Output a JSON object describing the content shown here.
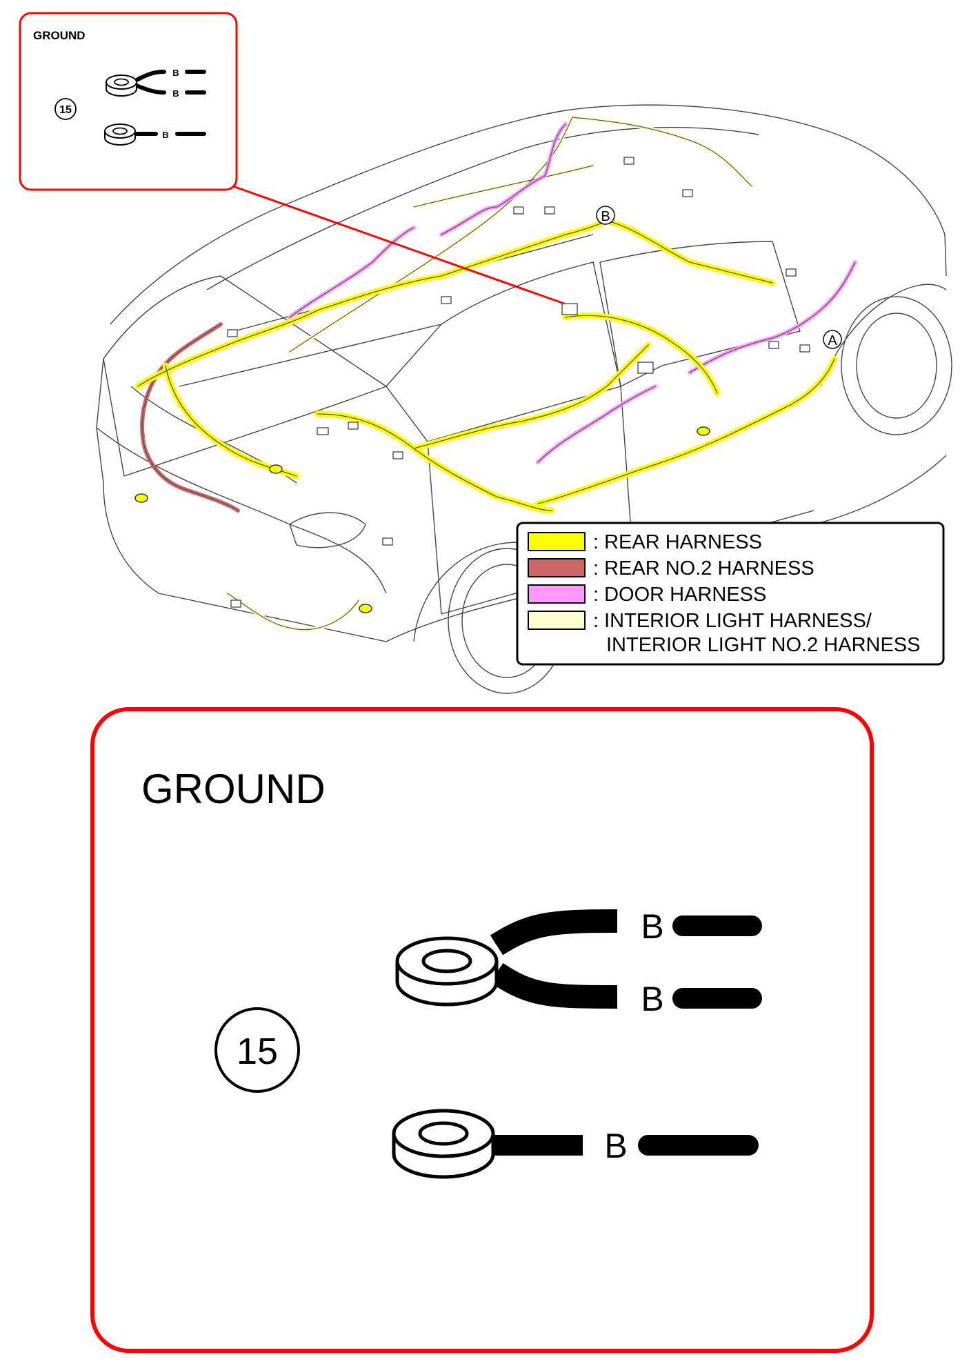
{
  "inset": {
    "title": "GROUND",
    "ground_id": "15",
    "wire_labels": [
      "B",
      "B",
      "B"
    ]
  },
  "detail": {
    "title": "GROUND",
    "ground_id": "15",
    "wire_labels": [
      "B",
      "B",
      "B"
    ]
  },
  "callouts": {
    "a": "A",
    "b": "B"
  },
  "legend": {
    "items": [
      {
        "label": ": REAR HARNESS",
        "color": "#ffff00"
      },
      {
        "label": ": REAR NO.2 HARNESS",
        "color": "#cc6666"
      },
      {
        "label": ": DOOR HARNESS",
        "color": "#ff99ff"
      },
      {
        "label": ": INTERIOR LIGHT HARNESS/",
        "color": "#ffffcc"
      }
    ],
    "continuation": "INTERIOR LIGHT NO.2 HARNESS"
  },
  "colors": {
    "leader": "#ff0000",
    "frame": "#ff0000",
    "rear_harness": "#ffff00",
    "rear_no2_harness": "#cc6666",
    "door_harness": "#ff99ff",
    "interior_light_harness": "#ffffcc"
  }
}
